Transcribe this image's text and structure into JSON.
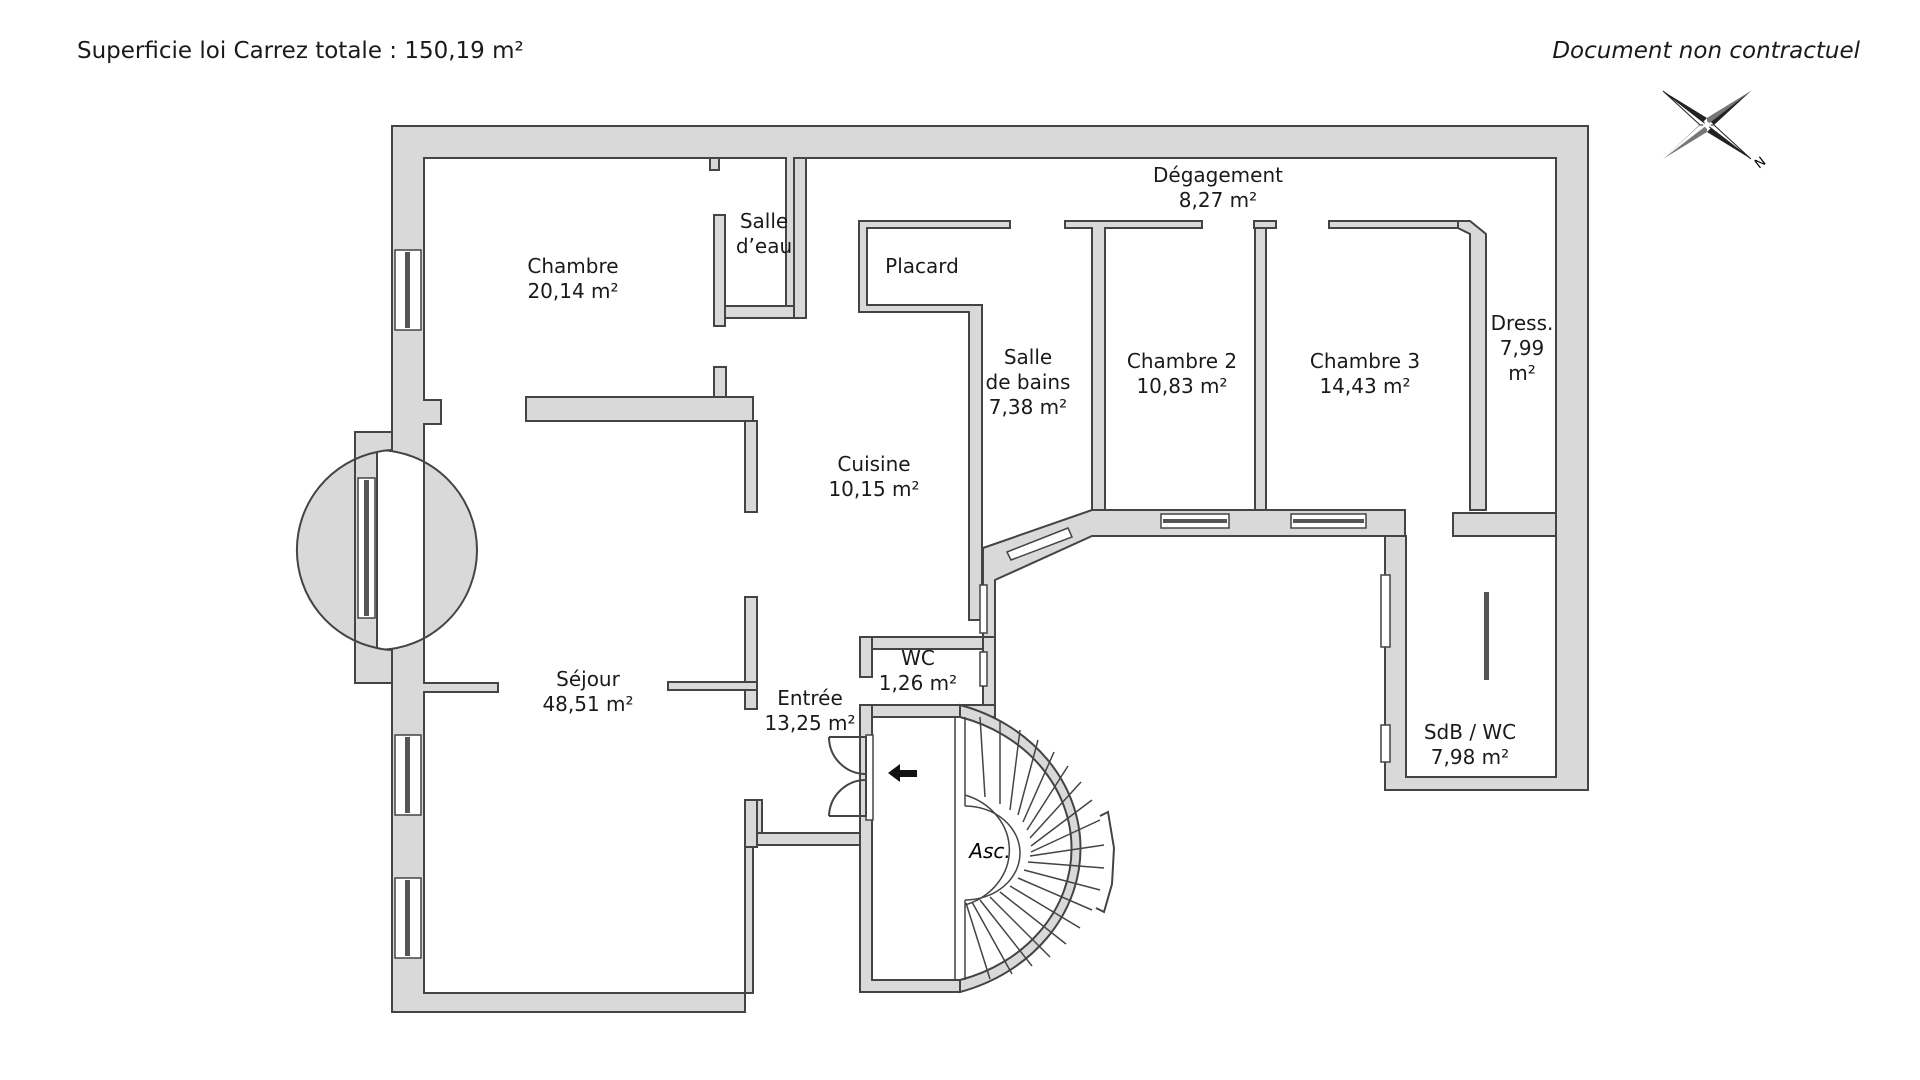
{
  "header": {
    "total_area": "Superficie loi Carrez totale : 150,19 m²",
    "disclaimer": "Document non contractuel"
  },
  "compass": {
    "letter": "N",
    "icon": "compass-rose-icon"
  },
  "rooms": {
    "chambre": {
      "name": "Chambre",
      "area": "20,14 m²"
    },
    "salle_eau": {
      "name_1": "Salle",
      "name_2": "d’eau"
    },
    "placard": {
      "name": "Placard"
    },
    "degagement": {
      "name": "Dégagement",
      "area": "8,27 m²"
    },
    "salle_bains": {
      "name_1": "Salle",
      "name_2": "de bains",
      "area": "7,38 m²"
    },
    "chambre2": {
      "name": "Chambre 2",
      "area": "10,83 m²"
    },
    "chambre3": {
      "name": "Chambre 3",
      "area": "14,43 m²"
    },
    "dress": {
      "name": "Dress.",
      "area_1": "7,99",
      "area_2": "m²"
    },
    "cuisine": {
      "name": "Cuisine",
      "area": "10,15 m²"
    },
    "sejour": {
      "name": "Séjour",
      "area": "48,51 m²"
    },
    "wc": {
      "name": "WC",
      "area": "1,26 m²"
    },
    "entree": {
      "name": "Entrée",
      "area": "13,25 m²"
    },
    "sdb_wc": {
      "name": "SdB / WC",
      "area": "7,98 m²"
    },
    "asc": {
      "name": "Asc."
    }
  },
  "colors": {
    "wall_fill": "#d9d9d9",
    "wall_stroke": "#444444",
    "background": "#ffffff"
  }
}
